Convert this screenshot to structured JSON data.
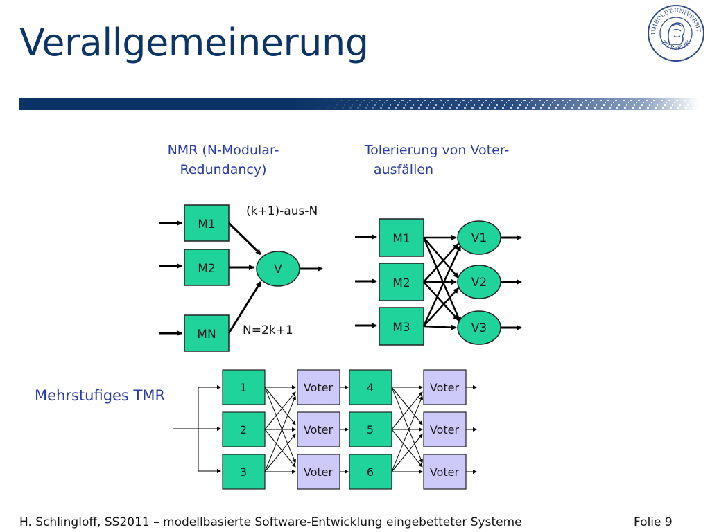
{
  "slide": {
    "title": "Verallgemeinerung",
    "footer": "H. Schlingloff, SS2011 – modellbasierte Software-Entwicklung eingebetteter Systeme",
    "page": "Folie 9"
  },
  "seal": {
    "top_text": "HUMBOLDT-UNIVERSITÄT",
    "bottom_text": "ZU BERLIN"
  },
  "colors": {
    "title": "#0c3466",
    "caption": "#2a3aa8",
    "module_fill": "#1fd39a",
    "voter_box_fill": "#cdc9f8",
    "rule": "#0c3466"
  },
  "nmr": {
    "caption_line1": "NMR (N-Modular-",
    "caption_line2": "Redundancy)",
    "modules": [
      "M1",
      "M2",
      "MN"
    ],
    "voter": "V",
    "k_label": "(k+1)-aus-N",
    "n_label": "N=2k+1"
  },
  "voter_tolerance": {
    "caption_line1": "Tolerierung von Voter-",
    "caption_line2": "ausfällen",
    "modules": [
      "M1",
      "M2",
      "M3"
    ],
    "voters": [
      "V1",
      "V2",
      "V3"
    ]
  },
  "tmr": {
    "caption": "Mehrstufiges TMR",
    "stage1": [
      "1",
      "2",
      "3"
    ],
    "stage2": [
      "4",
      "5",
      "6"
    ],
    "voter_label": "Voter"
  }
}
